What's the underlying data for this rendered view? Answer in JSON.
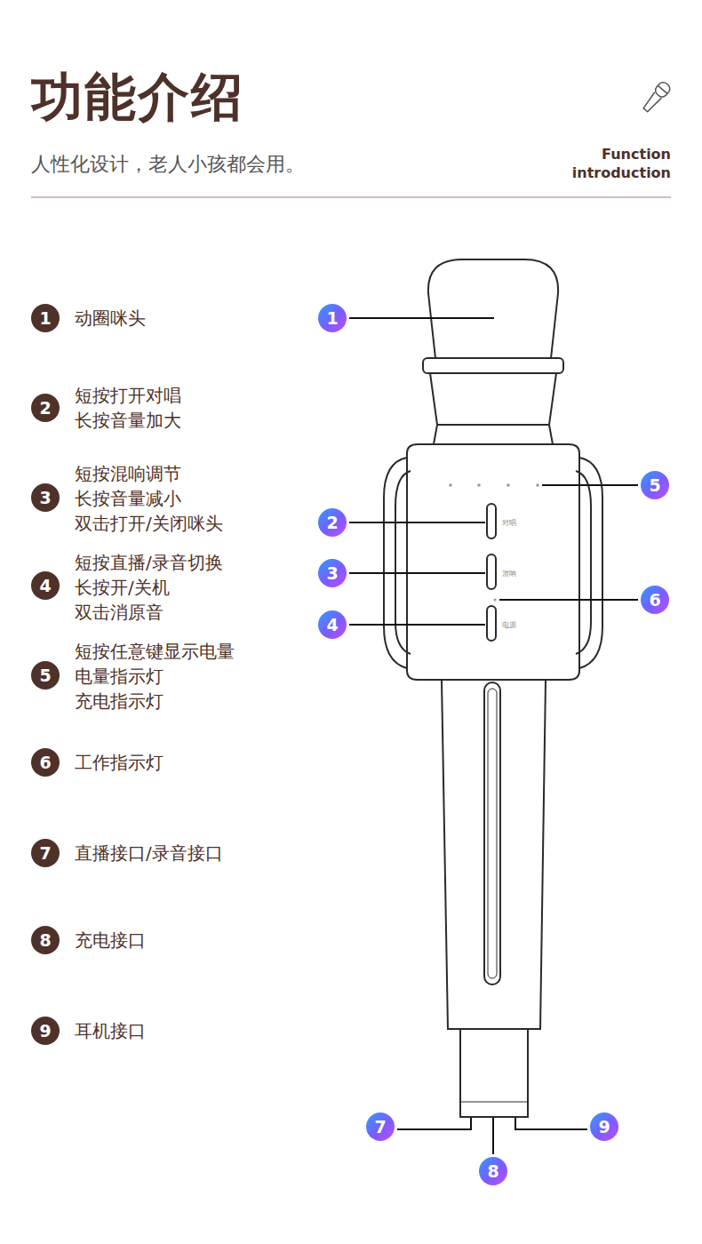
{
  "diagram": {
    "title": "功能介绍",
    "nodes": [
      {
        "text": [
          "1",
          "动圈咪头"
        ]
      },
      {
        "text": [
          "2",
          "短按打开对唱",
          "长按音量加大"
        ]
      },
      {
        "text": [
          "3",
          "短按混响调节",
          "长按音量减小",
          "双击打开/关闭咪头"
        ]
      },
      {
        "text": [
          "4",
          "短按直播/录音切换",
          "长按开/关机",
          "双击消原音"
        ]
      },
      {
        "text": [
          "5",
          "短按任意键显示电量",
          "电量指示灯",
          "充电指示灯"
        ]
      },
      {
        "text": [
          "6",
          "工作指示灯"
        ]
      },
      {
        "text": [
          "7",
          "直播接口/录音接口"
        ]
      },
      {
        "text": [
          "8",
          "充电接口"
        ]
      },
      {
        "text": [
          "9",
          "耳机接口"
        ]
      },
      {
        "text": [
          "1"
        ]
      },
      {
        "text": [
          "2"
        ]
      },
      {
        "text": [
          "3"
        ]
      },
      {
        "text": [
          "4"
        ]
      },
      {
        "text": [
          "5"
        ]
      },
      {
        "text": [
          "6"
        ]
      },
      {
        "text": [
          "7"
        ]
      },
      {
        "text": [
          "9"
        ]
      },
      {
        "text": [
          "8"
        ]
      }
    ],
    "labels": [
      "人性化设计，老人小孩都会用。",
      "Function introduction",
      "对唱",
      "混响",
      "电源"
    ]
  }
}
